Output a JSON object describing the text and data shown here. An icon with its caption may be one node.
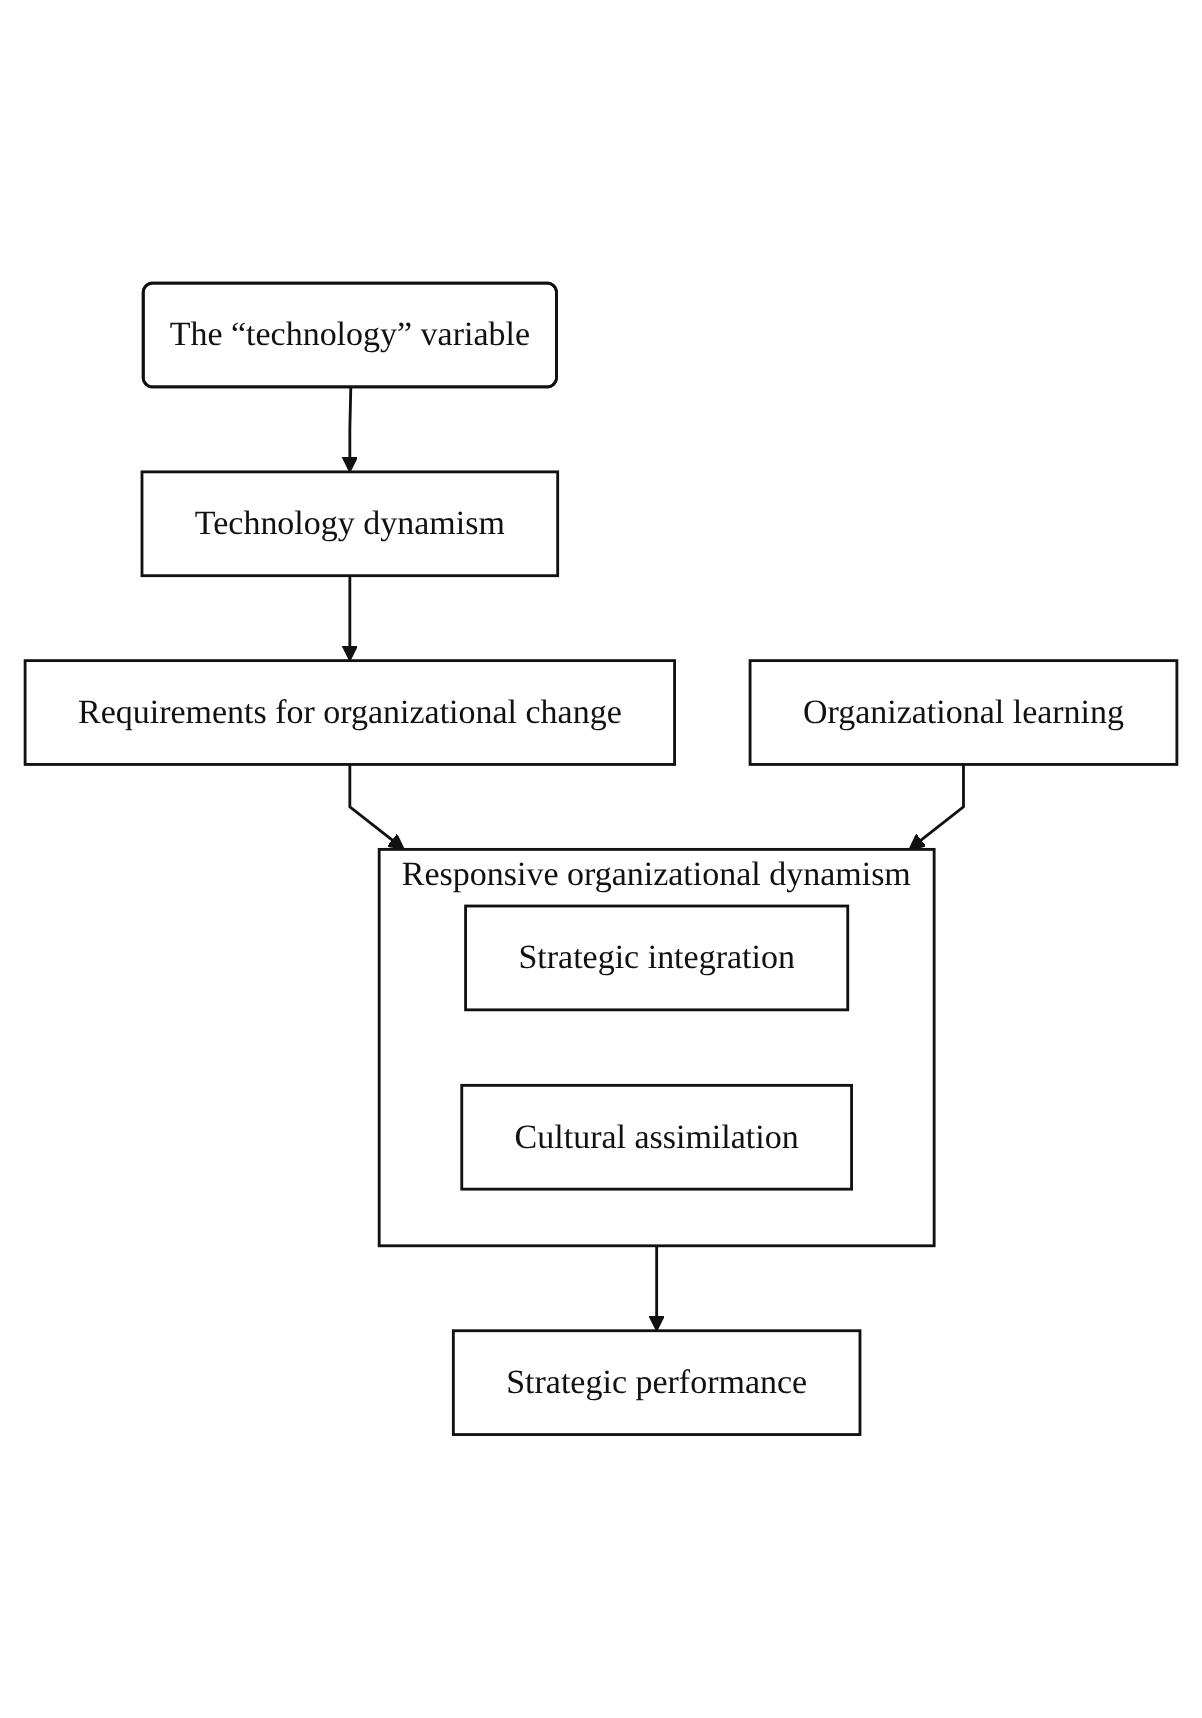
{
  "diagram": {
    "nodes": [
      {
        "text": [
          "The “technology” variable"
        ]
      },
      {
        "text": [
          "Technology dynamism"
        ]
      },
      {
        "text": [
          "Requirements for organizational change"
        ]
      },
      {
        "text": [
          "Responsive organizational dynamism"
        ]
      },
      {
        "text": [
          "Strategic integration"
        ],
        "in": 3
      },
      {
        "text": [
          "Cultural assimilation"
        ],
        "in": 3
      },
      {
        "text": [
          "Organizational learning"
        ]
      },
      {
        "text": [
          "Strategic performance"
        ]
      }
    ],
    "edges": [
      {
        "from": 0,
        "to": 1,
        "arrow": "to"
      },
      {
        "from": 1,
        "to": 2,
        "arrow": "to"
      },
      {
        "from": 2,
        "to": 3,
        "arrow": "to"
      },
      {
        "from": 6,
        "to": 3,
        "arrow": "to"
      },
      {
        "from": 3,
        "to": 7,
        "arrow": "to"
      }
    ]
  }
}
